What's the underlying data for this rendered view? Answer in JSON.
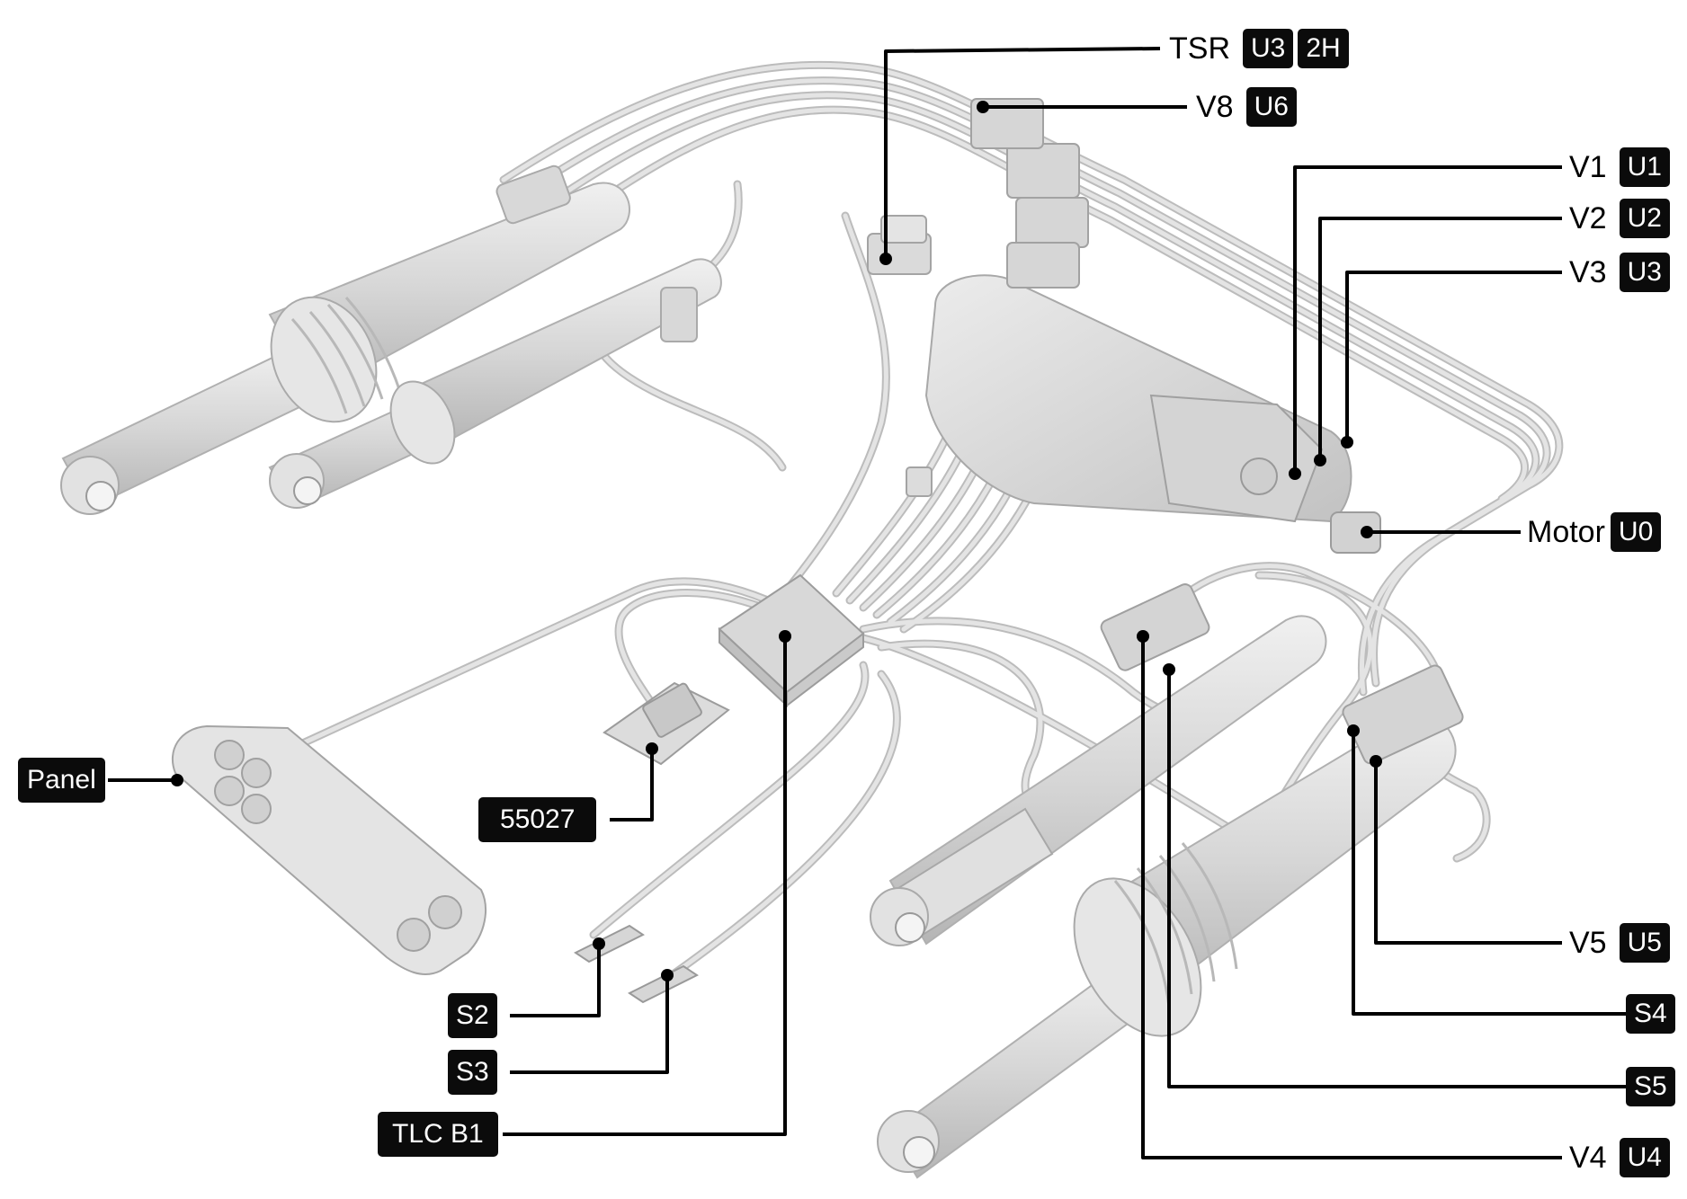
{
  "labels": {
    "tsr": {
      "text": "TSR",
      "badges": [
        "U3",
        "2H"
      ]
    },
    "v8": {
      "text": "V8",
      "badges": [
        "U6"
      ]
    },
    "v1": {
      "text": "V1",
      "badges": [
        "U1"
      ]
    },
    "v2": {
      "text": "V2",
      "badges": [
        "U2"
      ]
    },
    "v3": {
      "text": "V3",
      "badges": [
        "U3"
      ]
    },
    "motor": {
      "text": "Motor",
      "badges": [
        "U0"
      ]
    },
    "v5": {
      "text": "V5",
      "badges": [
        "U5"
      ]
    },
    "s4": {
      "badge": "S4"
    },
    "s5": {
      "badge": "S5"
    },
    "v4": {
      "text": "V4",
      "badges": [
        "U4"
      ]
    },
    "panel": {
      "badge": "Panel"
    },
    "connector": {
      "badge": "55027"
    },
    "s2": {
      "badge": "S2"
    },
    "s3": {
      "badge": "S3"
    },
    "tlc": {
      "badge": "TLC B1"
    }
  },
  "colors": {
    "hose": "#d9d9d9",
    "hose_edge": "#b9b9b9",
    "part": "#dedede",
    "part_shadow": "#bdbdbd",
    "leader": "#000000",
    "badge": "#0b0b0b"
  }
}
